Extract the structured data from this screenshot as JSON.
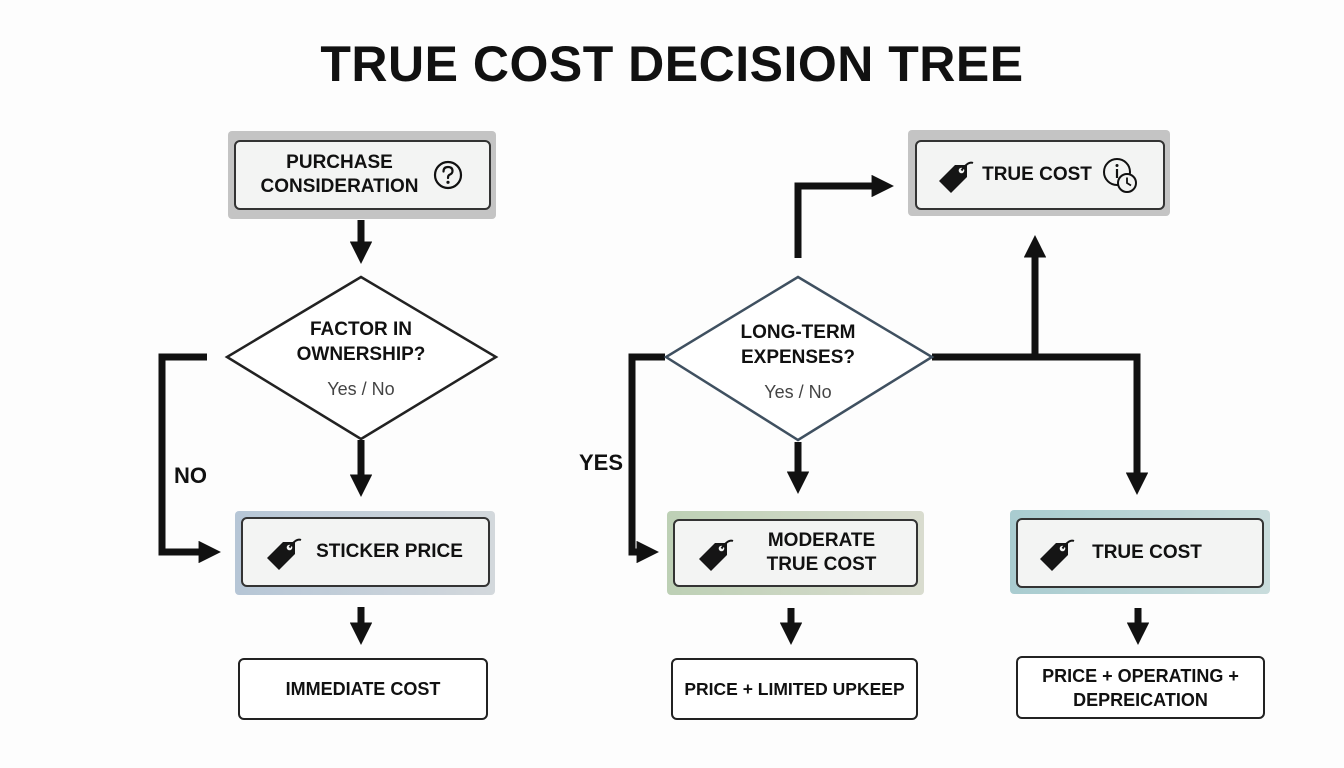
{
  "title": "TRUE COST DECISION TREE",
  "nodes": {
    "purchase": {
      "line1": "PURCHASE",
      "line2": "CONSIDERATION",
      "icon": "question-circle-icon"
    },
    "ownership": {
      "line1": "FACTOR IN",
      "line2": "OWNERSHIP?",
      "options": "Yes / No"
    },
    "sticker": {
      "label": "STICKER PRICE",
      "icon": "price-tag-icon"
    },
    "immediate": {
      "label": "IMMEDIATE COST"
    },
    "longterm": {
      "line1": "LONG-TERM",
      "line2": "EXPENSES?",
      "options": "Yes / No"
    },
    "true_cost_top": {
      "label": "TRUE COST",
      "icon": "price-tag-icon",
      "icon2": "info-clock-icon"
    },
    "moderate": {
      "line1": "MODERATE",
      "line2": "TRUE COST",
      "icon": "price-tag-icon"
    },
    "limited": {
      "label": "PRICE + LIMITED UPKEEP"
    },
    "true_cost": {
      "label": "TRUE COST",
      "icon": "price-tag-icon"
    },
    "full": {
      "line1": "PRICE + OPERATING +",
      "line2": "DEPREICATION"
    }
  },
  "edge_labels": {
    "no": "NO",
    "yes": "YES"
  }
}
